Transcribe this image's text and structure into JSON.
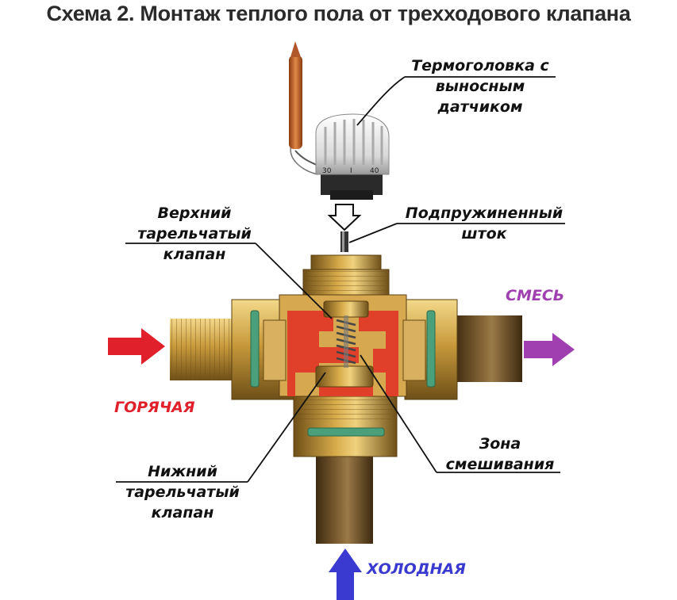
{
  "title": "Схема 2. Монтаж теплого пола от трехходового клапана",
  "labels": {
    "thermo_head": "Термоголовка с\nвыносным\nдатчиком",
    "upper_valve": "Верхний\nтарельчатый\nклапан",
    "spring_stem": "Подпружиненный\nшток",
    "lower_valve": "Нижний\nтарельчатый\nклапан",
    "mixing_zone": "Зона\nсмешивания"
  },
  "flows": {
    "hot": "ГОРЯЧАЯ",
    "mix": "СМЕСЬ",
    "cold": "ХОЛОДНАЯ"
  },
  "thermo_scale": [
    "30",
    "I",
    "40"
  ],
  "colors": {
    "hot": "#e0202a",
    "mix": "#a040b0",
    "cold": "#3a3ad0",
    "brass": "#c99a3a",
    "cut": "#e0402a",
    "seal": "#4aa07a"
  }
}
